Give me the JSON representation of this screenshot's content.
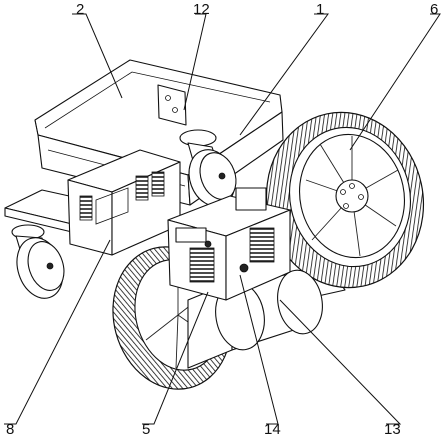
{
  "labels": {
    "l1": "1",
    "l2": "2",
    "l5": "5",
    "l6": "6",
    "l8": "8",
    "l12": "12",
    "l13": "13",
    "l14": "14"
  },
  "colors": {
    "ink": "#111111",
    "paper": "#ffffff"
  }
}
